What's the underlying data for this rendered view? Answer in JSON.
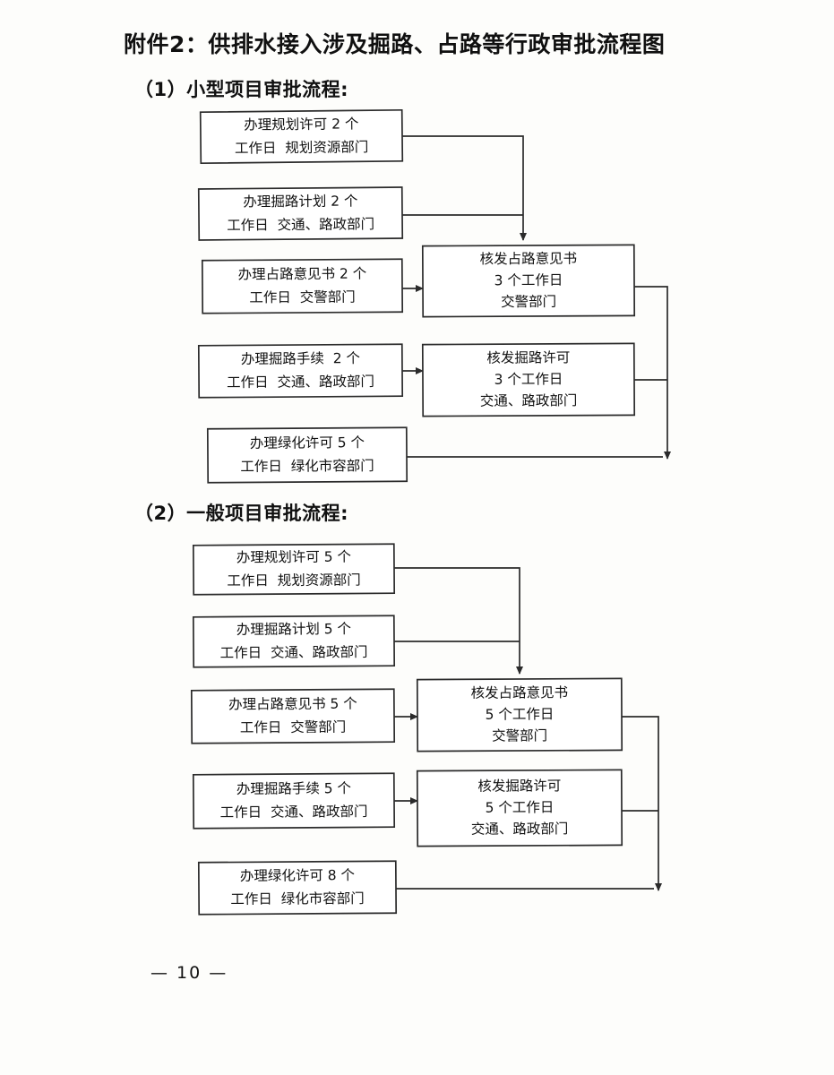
{
  "document": {
    "title": "附件2：供排水接入涉及掘路、占路等行政审批流程图",
    "page_number": "— 10 —"
  },
  "sections": [
    {
      "heading": "（1）小型项目审批流程:",
      "left_nodes": [
        {
          "line1": "办理规划许可 2 个",
          "line2": "工作日  规划资源部门"
        },
        {
          "line1": "办理掘路计划 2 个",
          "line2": "工作日  交通、路政部门"
        },
        {
          "line1": "办理占路意见书 2 个",
          "line2": "工作日  交警部门"
        },
        {
          "line1": "办理掘路手续  2 个",
          "line2": "工作日  交通、路政部门"
        },
        {
          "line1": "办理绿化许可 5 个",
          "line2": "工作日  绿化市容部门"
        }
      ],
      "right_nodes": [
        {
          "line1": "核发占路意见书",
          "line2": "3 个工作日",
          "line3": "交警部门"
        },
        {
          "line1": "核发掘路许可",
          "line2": "3 个工作日",
          "line3": "交通、路政部门"
        }
      ]
    },
    {
      "heading": "（2）一般项目审批流程:",
      "left_nodes": [
        {
          "line1": "办理规划许可 5 个",
          "line2": "工作日  规划资源部门"
        },
        {
          "line1": "办理掘路计划 5 个",
          "line2": "工作日  交通、路政部门"
        },
        {
          "line1": "办理占路意见书 5 个",
          "line2": "工作日  交警部门"
        },
        {
          "line1": "办理掘路手续 5 个",
          "line2": "工作日  交通、路政部门"
        },
        {
          "line1": "办理绿化许可 8 个",
          "line2": "工作日  绿化市容部门"
        }
      ],
      "right_nodes": [
        {
          "line1": "核发占路意见书",
          "line2": "5 个工作日",
          "line3": "交警部门"
        },
        {
          "line1": "核发掘路许可",
          "line2": "5 个工作日",
          "line3": "交通、路政部门"
        }
      ]
    }
  ],
  "colors": {
    "stroke": "#2b2b2b",
    "text": "#111111",
    "paper": "#fdfdfb"
  }
}
